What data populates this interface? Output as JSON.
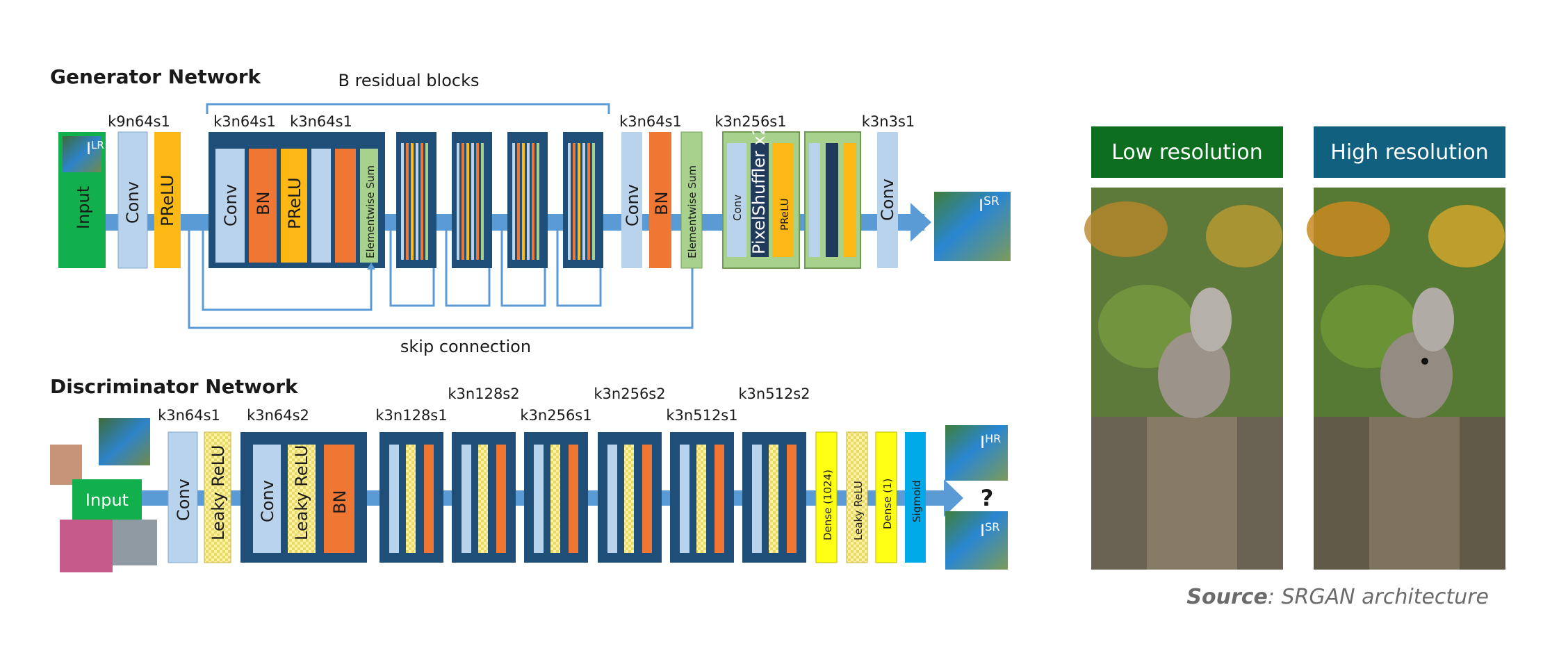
{
  "generator": {
    "title": "Generator Network",
    "residual_label": "B residual blocks",
    "skip_label": "skip connection",
    "layer_labels": [
      "k9n64s1",
      "k3n64s1",
      "k3n64s1",
      "k3n64s1",
      "k3n256s1",
      "k3n3s1"
    ],
    "blocks": {
      "input": "Input",
      "conv": "Conv",
      "prelu": "PReLU",
      "bn": "BN",
      "elementwise_sum": "Elementwise Sum",
      "pixelshuffler": "PixelShuffler x2"
    },
    "lr_badge": "I",
    "lr_sup": "LR",
    "sr_badge": "I",
    "sr_sup": "SR"
  },
  "discriminator": {
    "title": "Discriminator Network",
    "layer_labels": [
      "k3n64s1",
      "k3n64s2",
      "k3n128s1",
      "k3n128s2",
      "k3n256s1",
      "k3n256s2",
      "k3n512s1",
      "k3n512s2"
    ],
    "blocks": {
      "input": "Input",
      "conv": "Conv",
      "leaky_relu": "Leaky ReLU",
      "bn": "BN",
      "dense1024": "Dense (1024)",
      "dense1": "Dense (1)",
      "sigmoid": "Sigmoid"
    },
    "hr_badge": "I",
    "hr_sup": "HR",
    "sr_badge": "I",
    "sr_sup": "SR",
    "question": "?"
  },
  "comparison": {
    "low_label": "Low resolution",
    "high_label": "High resolution"
  },
  "source": {
    "prefix": "Source",
    "text": ": SRGAN architecture"
  },
  "colors": {
    "input_green": "#12b04c",
    "conv_blue": "#b9d3ec",
    "prelu_yellow": "#fcb814",
    "bn_orange": "#ef7733",
    "navy": "#1f4e79",
    "pixel_green": "#a9d18e",
    "dense_yellow": "#ffff14",
    "sigmoid_cyan": "#00a9e8",
    "arrow_blue": "#5b9bd5",
    "low_head": "#0d6e20",
    "high_head": "#11607f"
  }
}
